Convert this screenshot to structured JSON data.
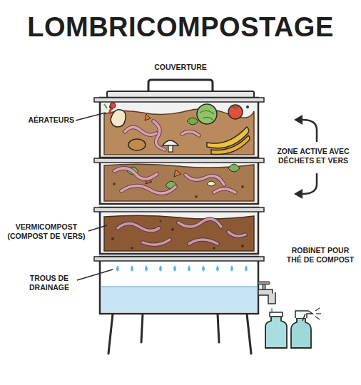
{
  "diagram": {
    "title": "LOMBRICOMPOSTAGE",
    "labels": [
      "COUVERTURE",
      "AÉRATEURS",
      "ZONE ACTIVE AVEC DÉCHETS ET VERS",
      "VERMICOMPOST (COMPOST DE VERS)",
      "TROUS DE DRAINAGE",
      "ROBINET POUR THÉ DE COMPOST"
    ]
  }
}
